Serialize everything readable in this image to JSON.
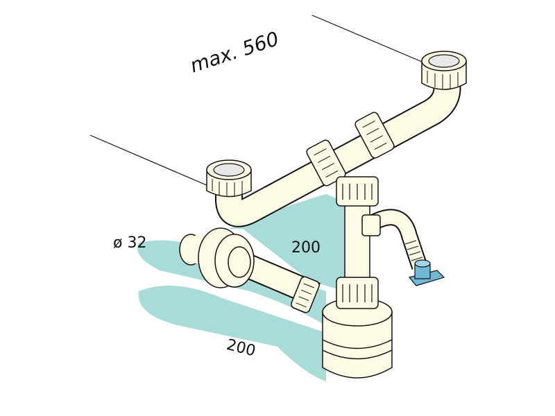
{
  "labels": {
    "width_max": "max. 560",
    "diameter": "ø 32",
    "height": "200",
    "length": "200"
  },
  "colors": {
    "pipe": "#fdfbe6",
    "shadow": "#a9dcd9",
    "outline": "#111111",
    "hose_fitting": "#6fb9d6"
  }
}
